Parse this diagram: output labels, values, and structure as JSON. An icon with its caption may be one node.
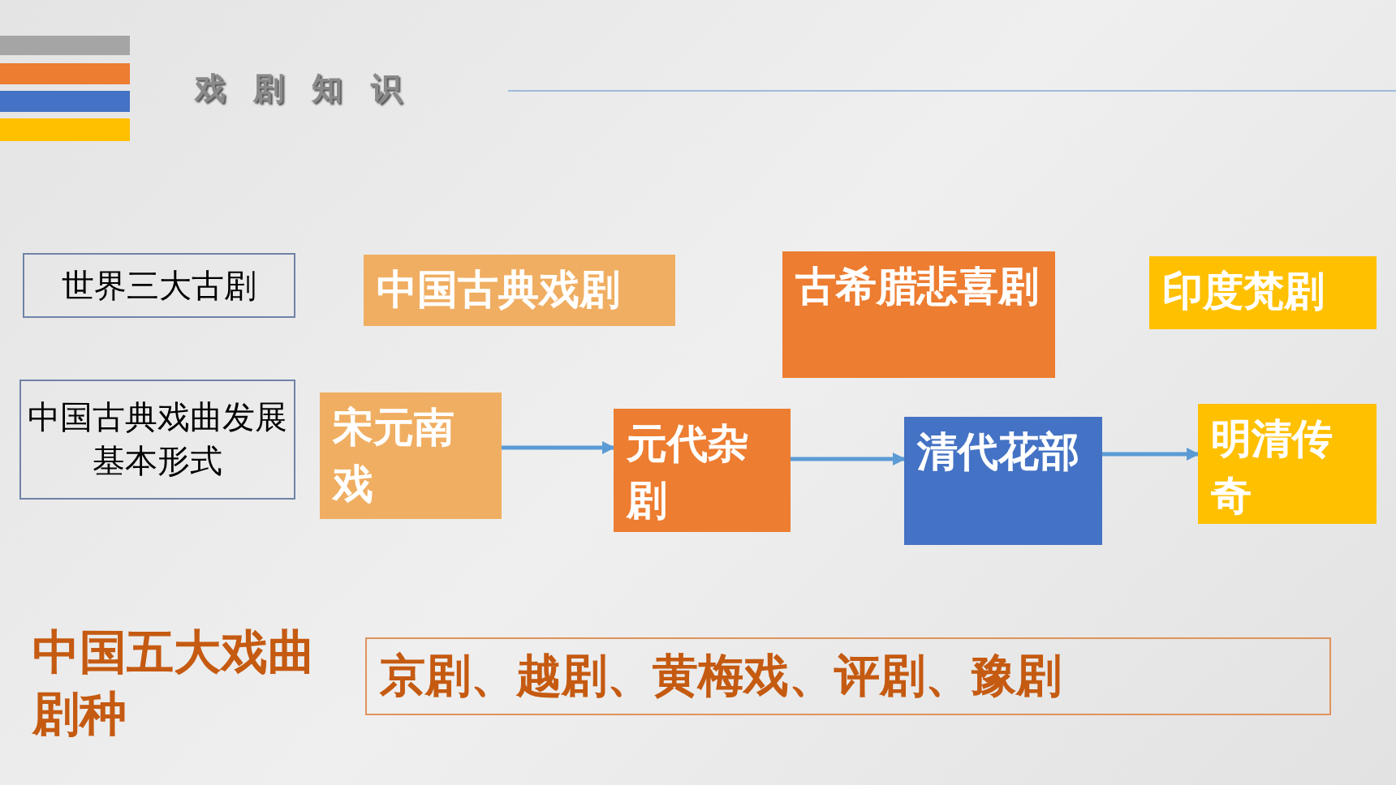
{
  "diagram": {
    "title": "戏剧知识",
    "nodes": [
      {
        "text": [
          "世界三大古剧"
        ]
      },
      {
        "text": [
          "中国古典戏剧"
        ]
      },
      {
        "text": [
          "古希腊悲喜剧"
        ]
      },
      {
        "text": [
          "印度梵剧"
        ]
      },
      {
        "text": [
          "中国古典戏曲发展基本形式"
        ]
      },
      {
        "text": [
          "宋元南戏"
        ]
      },
      {
        "text": [
          "元代杂剧"
        ]
      },
      {
        "text": [
          "清代花部"
        ]
      },
      {
        "text": [
          "明清传奇"
        ]
      },
      {
        "text": [
          "京剧、越剧、黄梅戏、评剧、豫剧"
        ]
      }
    ],
    "edges": [
      {
        "from": 5,
        "to": 6,
        "arrow": "to"
      },
      {
        "from": 6,
        "to": 7,
        "arrow": "to"
      },
      {
        "from": 7,
        "to": 8,
        "arrow": "to"
      }
    ],
    "labels": [
      "中国五大戏曲剧种"
    ]
  }
}
